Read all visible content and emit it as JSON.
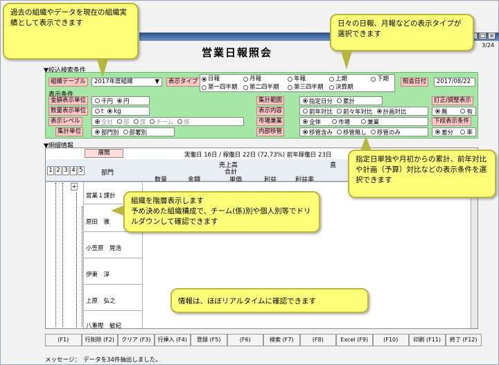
{
  "window": {
    "title": "営業日報照会",
    "date_partial": "3/24",
    "btn_min": "_",
    "btn_max": "□",
    "btn_close": "×"
  },
  "conditions": {
    "header": "▼絞込検索条件",
    "org_label": "組織テーブル",
    "org_value": "2017年度組織",
    "display_type_label": "表示タイプ",
    "display_types": [
      "日報",
      "月報",
      "年報",
      "上期",
      "下期",
      "第一四半期",
      "第二四半期",
      "第三四半期",
      "決算期"
    ],
    "ref_date_label": "照会日付",
    "ref_date_value": "2017/08/22",
    "display_cond_label": "表示条件",
    "amount_unit_label": "金額表示単位",
    "amount_units": [
      "千円",
      "円"
    ],
    "qty_unit_label": "数量表示単位",
    "qty_units": [
      "t",
      "kg"
    ],
    "level_label": "表示レベル",
    "levels": [
      "全社",
      "部",
      "課",
      "チーム",
      "係"
    ],
    "aggregate_unit_label": "集計単位",
    "aggregate_units": [
      "部門別",
      "部署別"
    ],
    "range_label": "集計範囲",
    "ranges": [
      "指定日分",
      "累計"
    ],
    "content_label": "表示内容",
    "contents": [
      "前年対比",
      "前々年対比",
      "計画対比"
    ],
    "market_label": "市場兼業",
    "markets": [
      "全体",
      "市場",
      "兼業"
    ],
    "internal_label": "内部移管",
    "internals": [
      "移管含み",
      "移管無し",
      "移管のみ"
    ],
    "adjust_label": "訂正/調整表示",
    "adjust": [
      "無",
      "有"
    ],
    "lower_label": "下段表示条件",
    "lower": [
      "差分",
      "率"
    ]
  },
  "detail": {
    "header": "▼明細情報",
    "expand": "展開",
    "workdays": "実働日 16日 / 稼働日 22日 (72.73%) 前年稼働日 23日",
    "col_dept": "部門",
    "levels": [
      "1",
      "2",
      "3",
      "4",
      "5"
    ],
    "col_sales": "売上高",
    "col_total": "合計",
    "col_qty": "数量",
    "col_amount": "金額",
    "col_price": "単価",
    "col_profit": "利益",
    "col_margin": "利益率",
    "col_partial": "直",
    "plus": "+",
    "rows": [
      "営業１課計",
      "原田　徹",
      "小笠原　晃浩",
      "伊東　淳",
      "上原　弘之",
      "八重樫　敏紀"
    ]
  },
  "footer": {
    "buttons": [
      "(F1)",
      "行削除 (F2)",
      "クリア (F3)",
      "行挿入 (F4)",
      "登録 (F5)",
      "(F6)",
      "検索 (F7)",
      "(F8)",
      "Excel (F9)",
      "(F10)",
      "印刷 (F11)",
      "終了 (F12)"
    ]
  },
  "status": {
    "message": "メッセージ：　データを34件抽出しました。"
  },
  "callouts": {
    "c1": "過去の組織やデータを現在の組織実績として表示できます",
    "c2": "日々の日報、月報などの表示タイプが選択できます",
    "c3": "指定日単独や月初からの累計、前年対比や計画（予算）対比などの表示条件を選択できます",
    "c4": "組織を階層表示します\n予め決めた組織構成で、チーム(係)別や個人別等でドリルダウンして確認できます",
    "c5": "情報は、ほぼリアルタイムに確認できます"
  },
  "colors": {
    "condition_bg": "#a6e6a6",
    "label_bg": "#ffc6c6",
    "callout_bg": "#ffff7a",
    "title_bar": "#2a4f8f"
  }
}
